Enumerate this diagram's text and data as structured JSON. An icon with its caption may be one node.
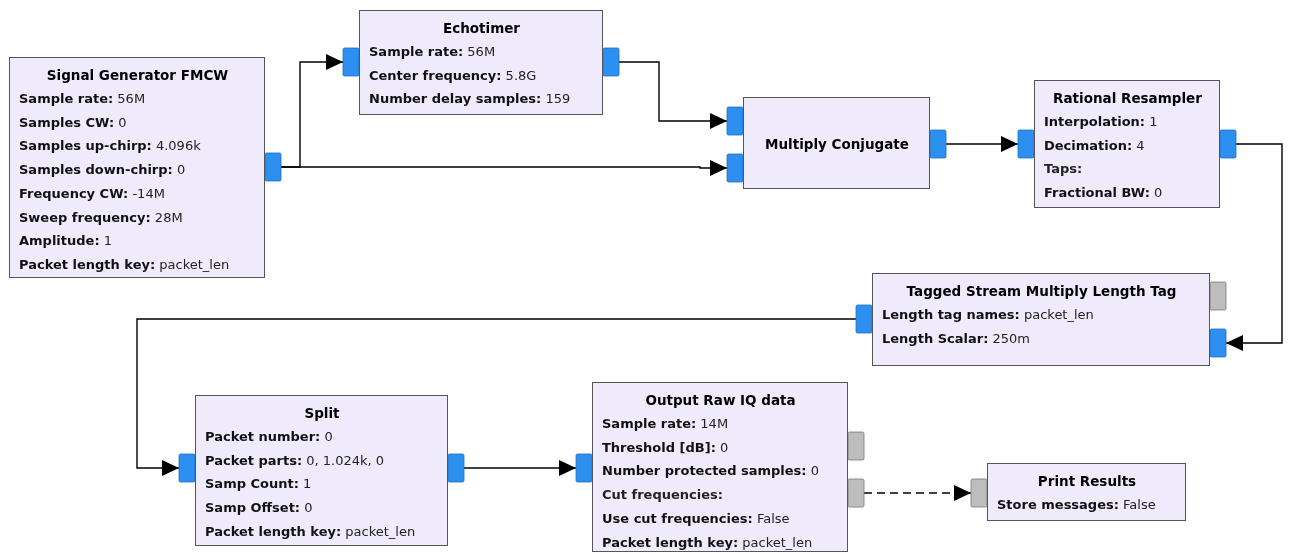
{
  "diagram": {
    "nodes": [
      {
        "text": [
          "Signal Generator FMCW",
          "**Sample rate:** 56M",
          "**Samples CW:** 0",
          "**Samples up-chirp:** 4.096k",
          "**Samples down-chirp:** 0",
          "**Frequency CW:** -14M",
          "**Sweep frequency:** 28M",
          "**Amplitude:** 1",
          "**Packet length key:** packet_len"
        ]
      },
      {
        "text": [
          "Echotimer",
          "**Sample rate:** 56M",
          "**Center frequency:** 5.8G",
          "**Number delay samples:** 159"
        ]
      },
      {
        "text": [
          "Multiply Conjugate"
        ]
      },
      {
        "text": [
          "Rational Resampler",
          "**Interpolation:** 1",
          "**Decimation:** 4",
          "Taps:",
          "**Fractional BW:** 0"
        ]
      },
      {
        "text": [
          "Tagged Stream Multiply Length Tag",
          "**Length tag names:** packet_len",
          "**Length Scalar:** 250m"
        ]
      },
      {
        "text": [
          "Split",
          "**Packet number:** 0",
          "**Packet parts:** 0, 1.024k, 0",
          "**Samp Count:** 1",
          "**Samp Offset:** 0",
          "**Packet length key:** packet_len"
        ]
      },
      {
        "text": [
          "Output Raw IQ data",
          "**Sample rate:** 14M",
          "**Threshold [dB]:** 0",
          "**Number protected samples:** 0",
          "Cut frequencies:",
          "**Use cut frequencies:** False",
          "**Packet length key:** packet_len"
        ]
      },
      {
        "text": [
          "Print Results",
          "**Store messages:** False"
        ]
      }
    ],
    "edges": [
      {
        "from": 0,
        "to": 1,
        "arrow": "to"
      },
      {
        "from": 0,
        "to": 2,
        "arrow": "to"
      },
      {
        "from": 1,
        "to": 2,
        "arrow": "to"
      },
      {
        "from": 2,
        "to": 3,
        "arrow": "to"
      },
      {
        "from": 3,
        "to": 4,
        "arrow": "to"
      },
      {
        "from": 4,
        "to": 5,
        "arrow": "to"
      },
      {
        "from": 5,
        "to": 6,
        "arrow": "to"
      },
      {
        "from": 6,
        "to": 7,
        "arrow": "to",
        "style": "dashed"
      }
    ]
  }
}
